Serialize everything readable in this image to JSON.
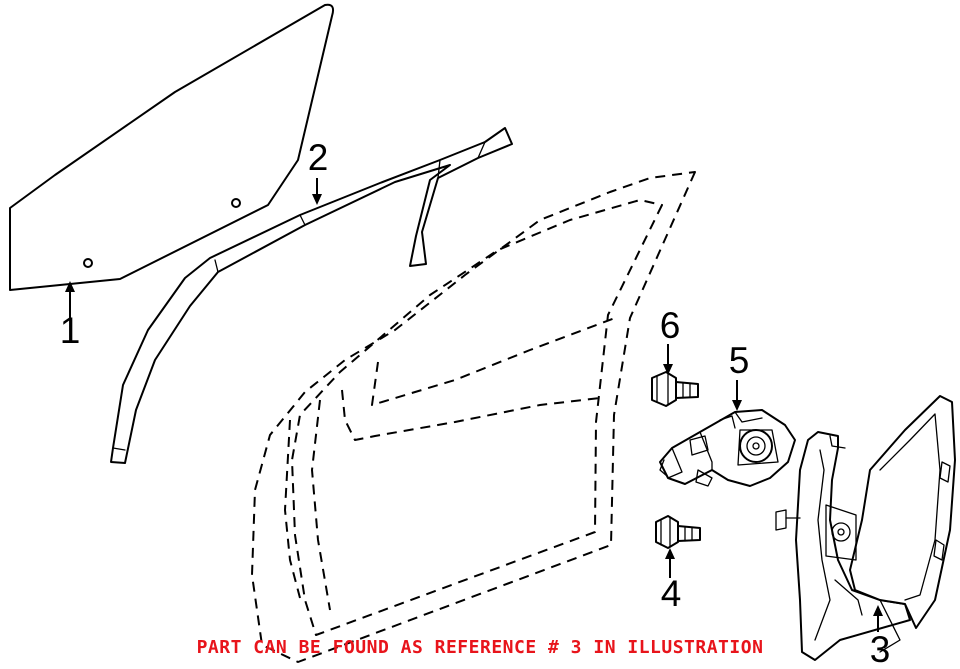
{
  "notice": "PART CAN BE FOUND AS REFERENCE # 3 IN ILLUSTRATION",
  "colors": {
    "line": "#000000",
    "notice": "#e8141b",
    "background": "#ffffff"
  },
  "callouts": [
    {
      "id": "1",
      "label": "1",
      "part": "door-glass"
    },
    {
      "id": "2",
      "label": "2",
      "part": "glass-run-channel"
    },
    {
      "id": "3",
      "label": "3",
      "part": "window-regulator"
    },
    {
      "id": "4",
      "label": "4",
      "part": "bolt-lower"
    },
    {
      "id": "5",
      "label": "5",
      "part": "regulator-motor"
    },
    {
      "id": "6",
      "label": "6",
      "part": "bolt-upper"
    }
  ]
}
